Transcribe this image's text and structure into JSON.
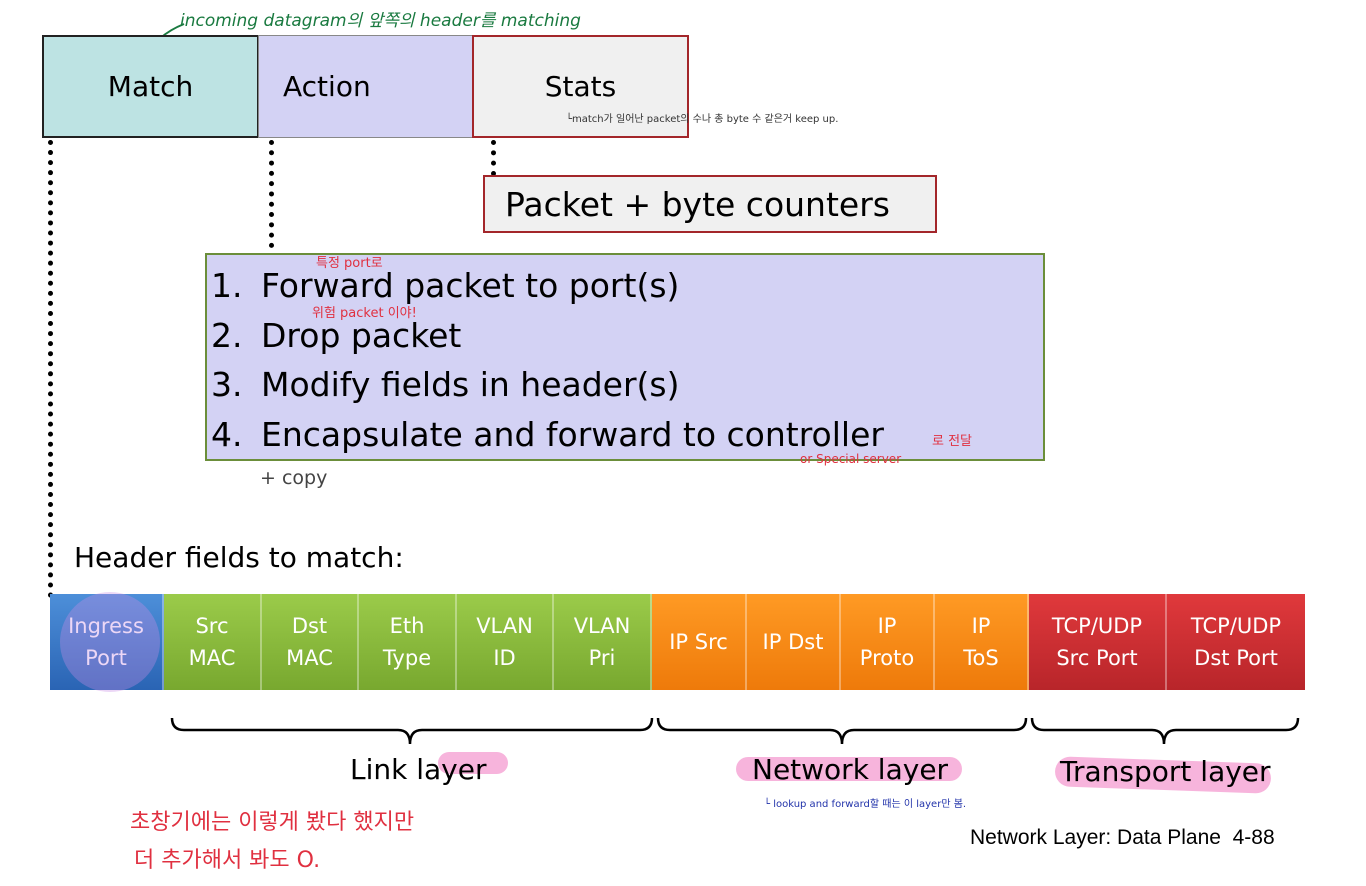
{
  "table_boxes": {
    "match": "Match",
    "action": "Action",
    "stats": "Stats"
  },
  "counters_label": "Packet + byte counters",
  "actions": [
    {
      "num": "1.",
      "text": "Forward packet to port(s)"
    },
    {
      "num": "2.",
      "text": "Drop packet"
    },
    {
      "num": "3.",
      "text": "Modify fields in header(s)"
    },
    {
      "num": "4.",
      "text": "Encapsulate and forward to controller"
    }
  ],
  "header_fields_title": "Header fields to match:",
  "fields": [
    {
      "label": "Ingress\nPort",
      "group": "blue"
    },
    {
      "label": "Src\nMAC",
      "group": "green"
    },
    {
      "label": "Dst\nMAC",
      "group": "green"
    },
    {
      "label": "Eth\nType",
      "group": "green"
    },
    {
      "label": "VLAN\nID",
      "group": "green"
    },
    {
      "label": "VLAN\nPri",
      "group": "green"
    },
    {
      "label": "IP Src",
      "group": "orange"
    },
    {
      "label": "IP Dst",
      "group": "orange"
    },
    {
      "label": "IP\nProto",
      "group": "orange"
    },
    {
      "label": "IP\nToS",
      "group": "orange"
    },
    {
      "label": "TCP/UDP\nSrc Port",
      "group": "red"
    },
    {
      "label": "TCP/UDP\nDst Port",
      "group": "red"
    }
  ],
  "layers": {
    "link": "Link layer",
    "network": "Network layer",
    "transport": "Transport layer"
  },
  "footer": "Network Layer: Data Plane  4-88",
  "annotations": {
    "top": "incoming datagram의 앞쪽의 header를 matching",
    "stats_note": "└match가 일어난 packet의 수나 총 byte 수 같은거 keep up.",
    "port_note": "특정 port로",
    "packet_note": "위험 packet 이야!",
    "copy_note": "+ copy",
    "controller_note1": "로 전달",
    "controller_note2": "or Special server",
    "network_note": "└ lookup and forward할 때는 이 layer만 봄.",
    "bottom1": "초창기에는 이렇게 봤다 했지만",
    "bottom2": "더 추가해서 봐도 O."
  },
  "colors": {
    "match_bg": "#bde3e3",
    "action_bg": "#d3d2f4",
    "stats_bg": "#f0f0f0",
    "stats_border": "#a3262a",
    "actions_border": "#6b8e3a",
    "annotation_green": "#1a7a40",
    "annotation_red": "#e03040",
    "annotation_blue": "#2233aa"
  }
}
